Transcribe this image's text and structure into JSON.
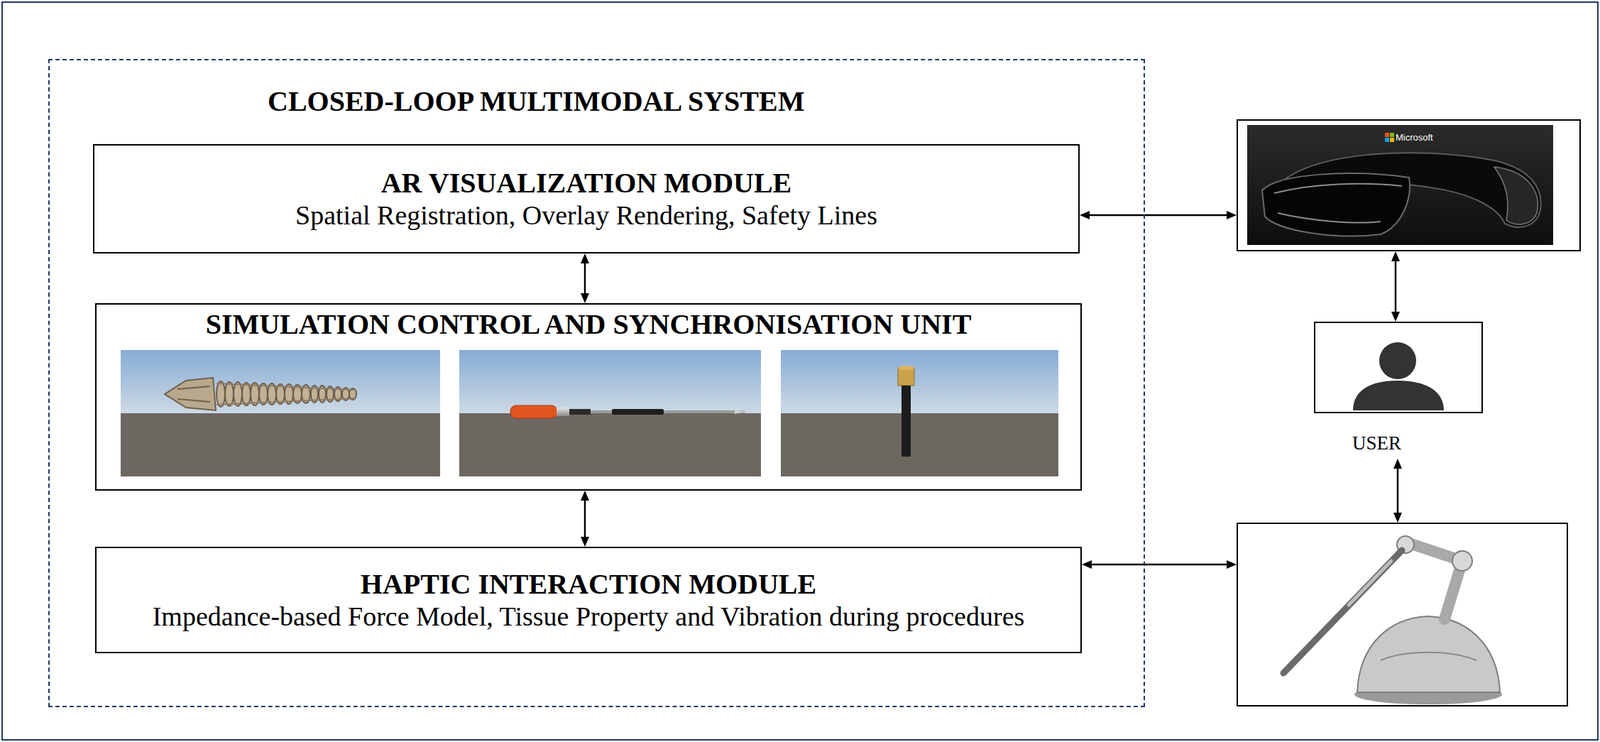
{
  "diagram": {
    "nodes": [
      {
        "text": [
          "CLOSED-LOOP MULTIMODAL SYSTEM"
        ]
      },
      {
        "text": [
          "AR VISUALIZATION MODULE",
          "Spatial Registration, Overlay Rendering, Safety Lines"
        ],
        "in": 0
      },
      {
        "text": [
          "SIMULATION CONTROL AND SYNCHRONISATION UNIT"
        ],
        "in": 0
      },
      {
        "text": [
          "HAPTIC INTERACTION MODULE",
          "Impedance-based Force Model, Tissue Property and Vibration during procedures"
        ],
        "in": 0
      },
      {
        "text": [
          "Microsoft"
        ]
      },
      {
        "text": [
          "USER"
        ]
      },
      {
        "text": []
      }
    ],
    "edges": [
      {
        "from": 1,
        "to": 2,
        "arrow": "both"
      },
      {
        "from": 2,
        "to": 3,
        "arrow": "both"
      },
      {
        "from": 1,
        "to": 4,
        "arrow": "both"
      },
      {
        "from": 3,
        "to": 6,
        "arrow": "both"
      },
      {
        "from": 4,
        "to": 5,
        "arrow": "both"
      },
      {
        "from": 5,
        "to": 6,
        "arrow": "both"
      }
    ]
  }
}
